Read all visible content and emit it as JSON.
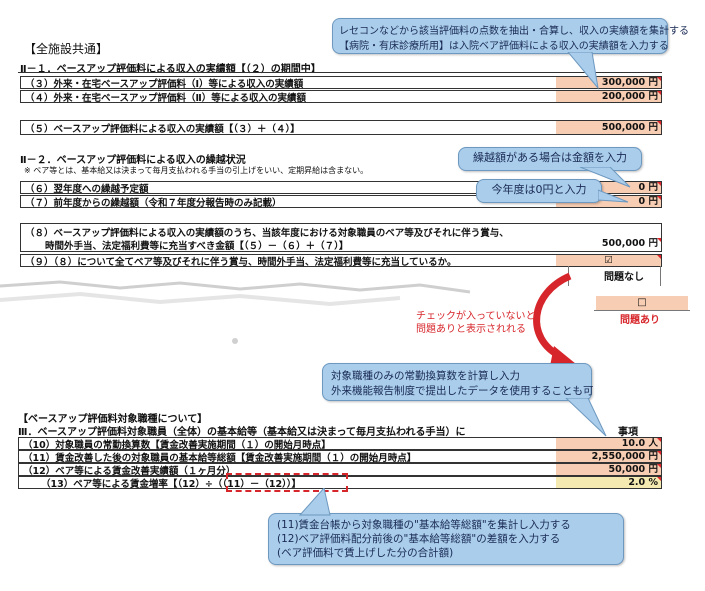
{
  "header": {
    "scope": "【全施設共通】"
  },
  "section1": {
    "title": "Ⅱ－１．ベースアップ評価料による収入の実績額【（２）の期間中】",
    "rows": [
      {
        "label": "（３）外来・在宅ベースアップ評価料（Ⅰ）等による収入の実績額",
        "value": "300,000",
        "unit": "円"
      },
      {
        "label": "（４）外来・在宅ベースアップ評価料（Ⅱ）等による収入の実績額",
        "value": "200,000",
        "unit": "円"
      },
      {
        "label": "（５）ベースアップ評価料による収入の実績額【（３）＋（４）】",
        "value": "500,000",
        "unit": "円"
      }
    ]
  },
  "section2": {
    "title": "Ⅱ－２．ベースアップ評価料による収入の繰越状況",
    "note": "※ ベア等とは、基本給又は決まって毎月支払われる手当の引上げをいい、定期昇給は含まない。",
    "rows": [
      {
        "label": "（６）翌年度への繰越予定額",
        "value": "0",
        "unit": "円"
      },
      {
        "label": "（７）前年度からの繰越額（令和７年度分報告時のみ記載）",
        "value": "0",
        "unit": "円"
      }
    ],
    "row8_line1": "（８）ベースアップ評価料による収入の実績額のうち、当該年度における対象職員のベア等及びそれに伴う賞与、",
    "row8_line2": "時間外手当、法定福利費等に充当すべき金額【（５）－（６）＋（７）】",
    "row8_value": "500,000",
    "row8_unit": "円",
    "row9_label": "（９）（８）について全てベア等及びそれに伴う賞与、時間外手当、法定福利費等に充当しているか。",
    "row9_check": "☑",
    "row9_status": "問題なし"
  },
  "example": {
    "note_line1": "チェックが入っていないと",
    "note_line2": "問題ありと表示されれる",
    "check": "□",
    "status": "問題あり"
  },
  "section3": {
    "bracket_title": "【ベースアップ評価料対象職種について】",
    "title": "Ⅲ．ベースアップ評価料対象職員（全体）の基本給等（基本給又は決まって毎月支払われる手当）に",
    "title_tail": "事項",
    "rows": [
      {
        "label": "（10）対象職員の常勤換算数【賃金改善実施期間（１）の開始月時点】",
        "value": "10.0",
        "unit": "人"
      },
      {
        "label": "（11）賃金改善した後の対象職員の基本給等総額【賃金改善実施期間（１）の開始月時点】",
        "value": "2,550,000",
        "unit": "円"
      },
      {
        "label": "（12）ベア等による賃金改善実績額（１ヶ月分）",
        "value": "50,000",
        "unit": "円"
      },
      {
        "label": "（13）ベア等による賃金増率【（12）÷（（11）－（12））】",
        "value": "2.0",
        "unit": "%"
      }
    ]
  },
  "callouts": {
    "top_line1": "レセコンなどから該当評価料の点数を抽出・合算し、収入の実績額を集計する",
    "top_line2": "【病院・有床診療所用】は入院ベア評価料による収入の実績額を入力する",
    "carryover": "繰越額がある場合は金額を入力",
    "this_year": "今年度は0円と入力",
    "fte_line1": "対象職種のみの常勤換算数を計算し入力",
    "fte_line2": "外来機能報告制度で提出したデータを使用することも可",
    "bottom_line1": "(11)賃金台帳から対象職種の\"基本給等総額\"を集計し入力する",
    "bottom_line2": "(12)ベア評価料配分前後の\"基本給等総額\"の差額を入力する",
    "bottom_line3": "(ベア評価料で賃上げした分の合計額)"
  },
  "colors": {
    "input_fill": "#f7cdb3",
    "callout": "#a9cdea",
    "arrow": "#d7262b",
    "alert_text": "#d7262b"
  }
}
